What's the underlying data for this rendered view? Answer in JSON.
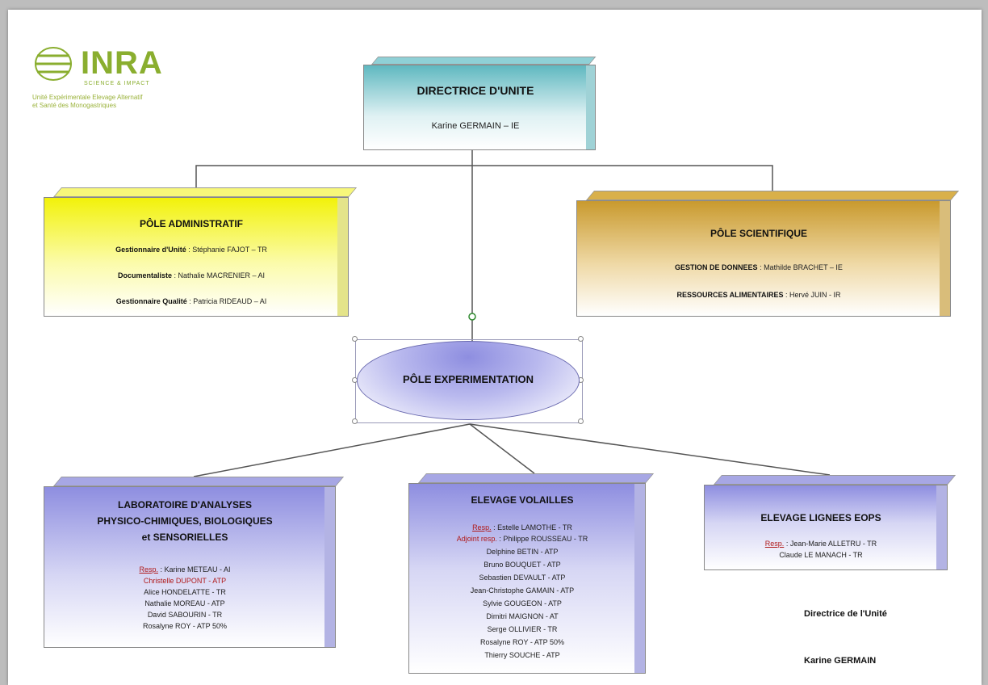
{
  "logo": {
    "name": "INRA",
    "tagline": "SCIENCE & IMPACT",
    "unit_name_line1": "Unité Expérimentale Elevage Alternatif",
    "unit_name_line2": "et Santé des Monogastriques"
  },
  "directrice": {
    "title": "DIRECTRICE D'UNITE",
    "name": "Karine GERMAIN – IE"
  },
  "pole_admin": {
    "title": "PÔLE ADMINISTRATIF",
    "rows": [
      {
        "role": "Gestionnaire d'Unité",
        "name": " : Stéphanie FAJOT – TR"
      },
      {
        "role": "Documentaliste",
        "name": " : Nathalie MACRENIER – AI"
      },
      {
        "role": "Gestionnaire Qualité",
        "name": " : Patricia RIDEAUD – AI"
      }
    ]
  },
  "pole_sci": {
    "title": "PÔLE SCIENTIFIQUE",
    "rows": [
      {
        "role": "GESTION DE DONNEES",
        "name": " : Mathilde BRACHET – IE"
      },
      {
        "role": "RESSOURCES ALIMENTAIRES",
        "name": " : Hervé JUIN - IR"
      }
    ]
  },
  "pole_exp": {
    "title": "PÔLE EXPERIMENTATION"
  },
  "labo": {
    "title_line1": "LABORATOIRE D'ANALYSES",
    "title_line2": "PHYSICO-CHIMIQUES, BIOLOGIQUES",
    "title_line3": "et SENSORIELLES",
    "resp_label": "Resp.",
    "resp_name": " : Karine METEAU - AI",
    "members": [
      "Christelle DUPONT - ATP",
      "Alice HONDELATTE - TR",
      "Nathalie MOREAU - ATP",
      "David SABOURIN - TR",
      "Rosalyne ROY - ATP 50%"
    ]
  },
  "volailles": {
    "title": "ELEVAGE VOLAILLES",
    "resp_label": "Resp.",
    "resp_name": " : Estelle LAMOTHE - TR",
    "adjoint_label": "Adjoint resp.",
    "adjoint_name": " : Philippe ROUSSEAU - TR",
    "members": [
      "Delphine BETIN - ATP",
      "Bruno BOUQUET - ATP",
      "Sebastien DEVAULT - ATP",
      "Jean-Christophe GAMAIN - ATP",
      "Sylvie GOUGEON - ATP",
      "Dimitri MAIGNON - AT",
      "Serge OLLIVIER - TR",
      "Rosalyne ROY - ATP 50%",
      "Thierry SOUCHE - ATP"
    ]
  },
  "lignees": {
    "title": "ELEVAGE LIGNEES EOPS",
    "resp_label": "Resp.",
    "resp_name": " : Jean-Marie ALLETRU - TR",
    "members": [
      "Claude LE MANACH - TR"
    ]
  },
  "signature": {
    "role": "Directrice de l'Unité",
    "name": "Karine GERMAIN"
  },
  "colors": {
    "teal": "#5fb8c0",
    "yellow": "#f2f20a",
    "gold": "#c99a2e",
    "lavender": "#8e8ee0",
    "line": "#555555"
  }
}
